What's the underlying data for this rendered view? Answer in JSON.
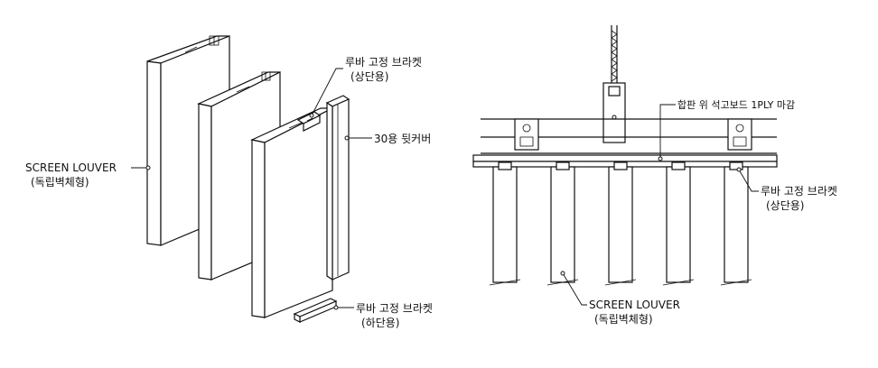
{
  "labels": {
    "bracket_top_left": [
      "루바 고정 브라켓",
      "(상단용)"
    ],
    "cover_30": "30용 뒷커버",
    "screen_louver_left": [
      "SCREEN LOUVER",
      "(독립벽체형)"
    ],
    "bracket_bottom_left": [
      "루바 고정 브라켓",
      "(하단용)"
    ],
    "plywood_finish": "합판 위 석고보드 1PLY 마감",
    "bracket_top_right": [
      "루바 고정 브라켓",
      "(상단용)"
    ],
    "screen_louver_right": [
      "SCREEN LOUVER",
      "(독립벽체형)"
    ]
  }
}
